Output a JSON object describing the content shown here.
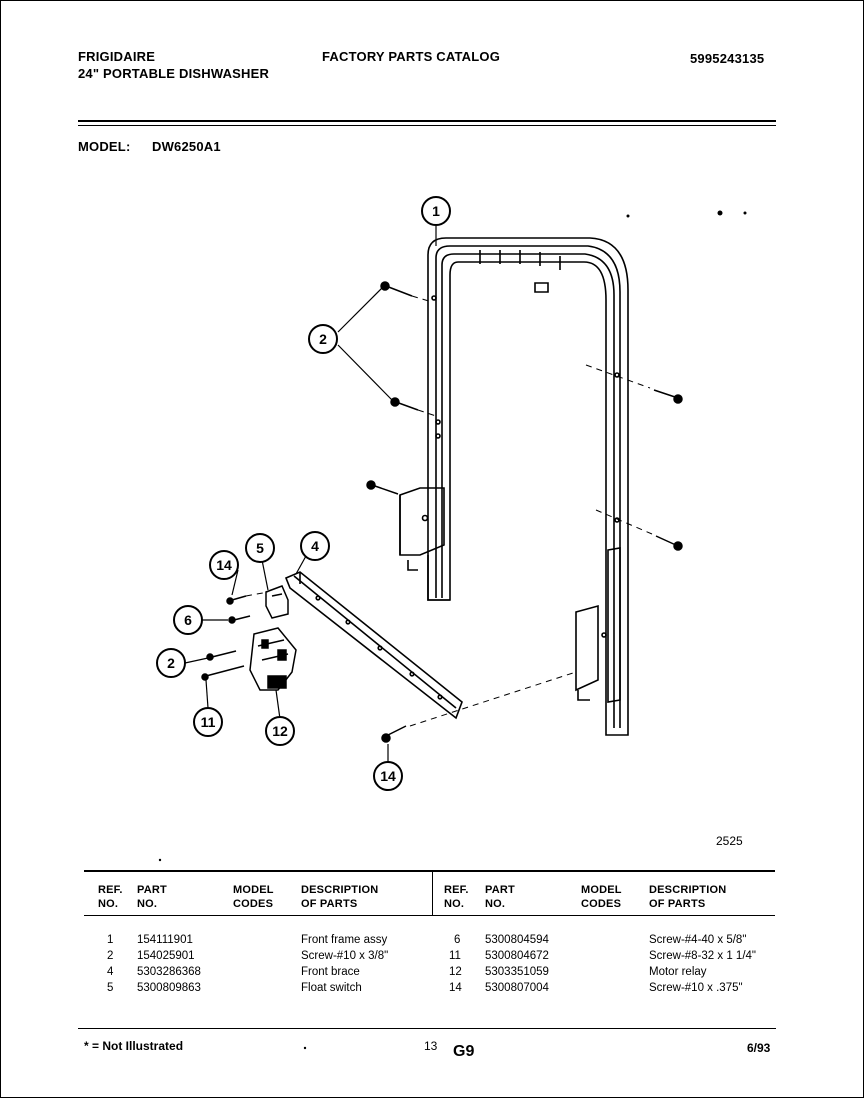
{
  "header": {
    "brand": "FRIGIDAIRE",
    "product": "24\" PORTABLE DISHWASHER",
    "catalog_title": "FACTORY PARTS CATALOG",
    "catalog_number": "5995243135",
    "model_label": "MODEL:",
    "model_value": "DW6250A1"
  },
  "diagram": {
    "callouts": [
      "1",
      "2",
      "14",
      "5",
      "4",
      "6",
      "2",
      "11",
      "12",
      "14"
    ],
    "figure_number": "2525"
  },
  "table": {
    "headers": {
      "ref": [
        "REF.",
        "NO."
      ],
      "part": [
        "PART",
        "NO."
      ],
      "model": [
        "MODEL",
        "CODES"
      ],
      "desc": [
        "DESCRIPTION",
        "OF PARTS"
      ]
    },
    "left_rows": [
      {
        "ref": "1",
        "part": "154111901",
        "codes": "",
        "desc": "Front frame assy"
      },
      {
        "ref": "2",
        "part": "154025901",
        "codes": "",
        "desc": "Screw-#10 x 3/8\""
      },
      {
        "ref": "4",
        "part": "5303286368",
        "codes": "",
        "desc": "Front brace"
      },
      {
        "ref": "5",
        "part": "5300809863",
        "codes": "",
        "desc": "Float switch"
      }
    ],
    "right_rows": [
      {
        "ref": "6",
        "part": "5300804594",
        "codes": "",
        "desc": "Screw-#4-40 x 5/8\""
      },
      {
        "ref": "11",
        "part": "5300804672",
        "codes": "",
        "desc": "Screw-#8-32 x 1 1/4\""
      },
      {
        "ref": "12",
        "part": "5303351059",
        "codes": "",
        "desc": "Motor relay"
      },
      {
        "ref": "14",
        "part": "5300807004",
        "codes": "",
        "desc": "Screw-#10 x .375\""
      }
    ]
  },
  "footer": {
    "note": "* = Not Illustrated",
    "page": "13",
    "group": "G9",
    "date": "6/93"
  }
}
